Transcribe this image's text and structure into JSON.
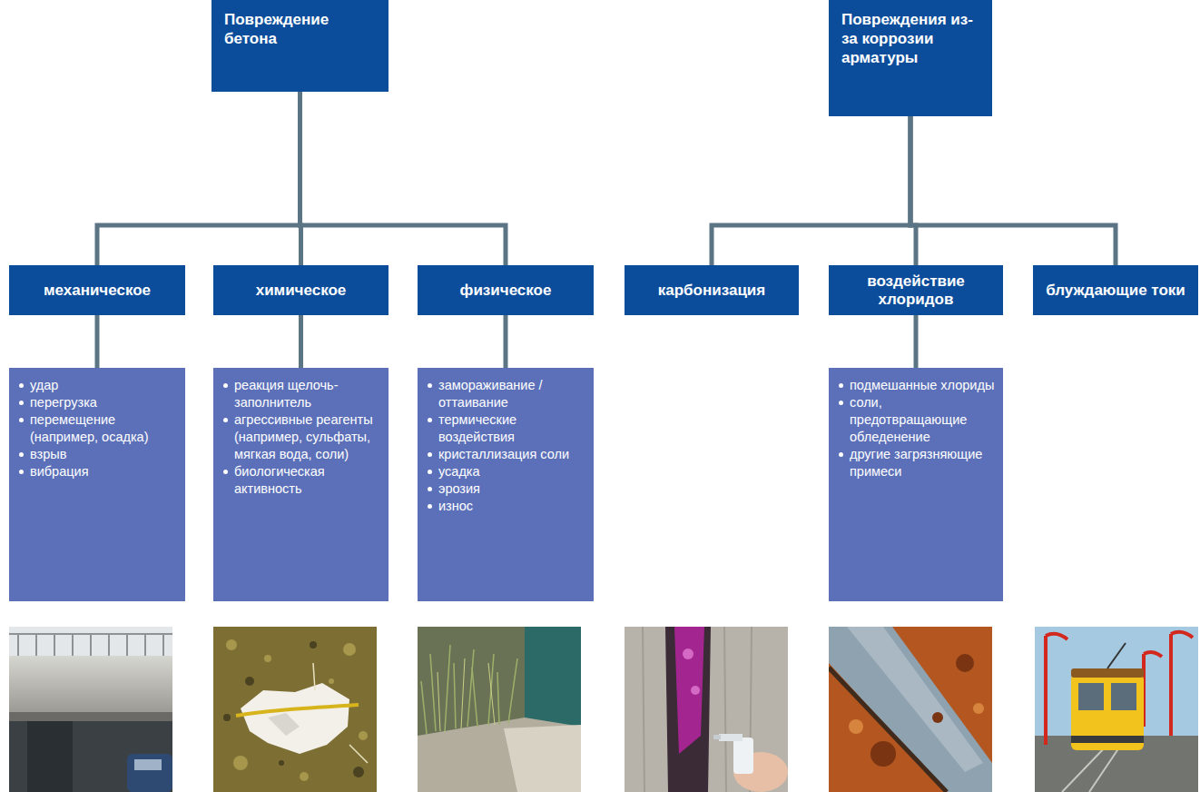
{
  "diagram": {
    "nodes": [
      {
        "text": [
          "Повреждение бетона"
        ]
      },
      {
        "text": [
          "Повреждения из-за коррозии арматуры"
        ]
      },
      {
        "text": [
          "механическое"
        ]
      },
      {
        "text": [
          "химическое"
        ]
      },
      {
        "text": [
          "физическое"
        ]
      },
      {
        "text": [
          "карбонизация"
        ]
      },
      {
        "text": [
          "воздействие хлоридов"
        ]
      },
      {
        "text": [
          "блуждающие токи"
        ]
      },
      {
        "text": [
          "удар",
          "перегрузка",
          "перемещение (например, осадка)",
          "взрыв",
          "вибрация"
        ]
      },
      {
        "text": [
          "реакция щелочь-заполнитель",
          "агрессивные реагенты (например, сульфаты, мягкая вода, соли)",
          "биологическая активность"
        ]
      },
      {
        "text": [
          "замораживание / оттаивание",
          "термические воздействия",
          "кристаллизация соли",
          "усадка",
          "эрозия",
          "износ"
        ]
      },
      {
        "text": [
          "подмешанные хлориды",
          "соли, предотвращающие обледенение",
          "другие загрязняющие примеси"
        ]
      }
    ],
    "edges": [
      {
        "from": 0,
        "to": 2,
        "arrow": "none"
      },
      {
        "from": 0,
        "to": 3,
        "arrow": "none"
      },
      {
        "from": 0,
        "to": 4,
        "arrow": "none"
      },
      {
        "from": 1,
        "to": 5,
        "arrow": "none"
      },
      {
        "from": 1,
        "to": 6,
        "arrow": "none"
      },
      {
        "from": 1,
        "to": 7,
        "arrow": "none"
      },
      {
        "from": 2,
        "to": 8,
        "arrow": "none"
      },
      {
        "from": 3,
        "to": 9,
        "arrow": "none"
      },
      {
        "from": 4,
        "to": 10,
        "arrow": "none"
      },
      {
        "from": 6,
        "to": 11,
        "arrow": "none"
      }
    ]
  }
}
